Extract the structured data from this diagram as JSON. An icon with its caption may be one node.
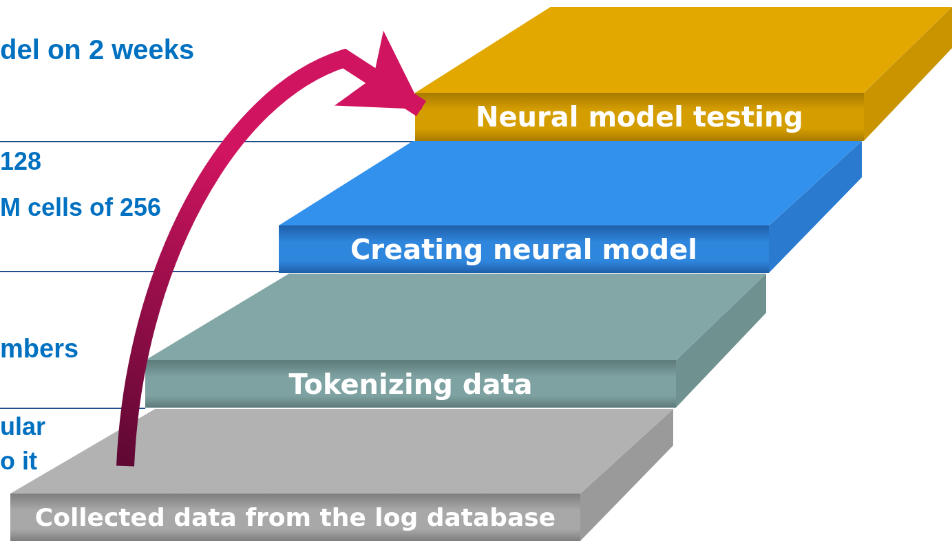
{
  "diagram": {
    "nodes": [
      {
        "text": [
          "Neural model testing"
        ]
      },
      {
        "text": [
          "Creating neural model"
        ]
      },
      {
        "text": [
          "Tokenizing data"
        ]
      },
      {
        "text": [
          "Collected data from the log database"
        ]
      }
    ],
    "edges": [
      {
        "from": 3,
        "to": 0,
        "arrow": "to",
        "style": "thick",
        "color": "#d0145f"
      }
    ],
    "labels": [
      "del on 2 weeks",
      "128",
      "M cells of 256",
      "mbers",
      "ular",
      "o it"
    ]
  }
}
